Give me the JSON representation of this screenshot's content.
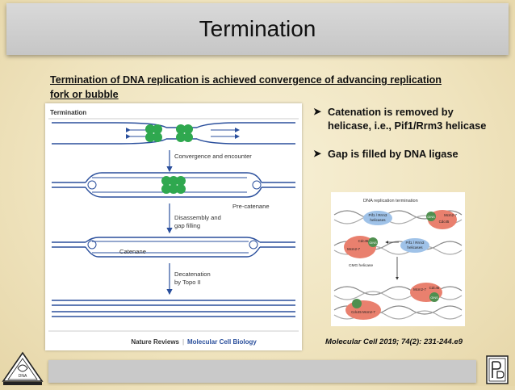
{
  "slide": {
    "title": "Termination",
    "subtitle": "Termination of DNA replication is achieved convergence of advancing replication fork or bubble",
    "bullets": [
      "Catenation is removed by helicase, i.e., Pif1/Rrm3 helicase",
      "Gap is filled by DNA ligase"
    ],
    "citation": "Molecular Cell 2019; 74(2): 231-244.e9"
  },
  "left_figure": {
    "heading": "Termination",
    "step1": "Convergence and encounter",
    "step2a": "Disassembly and",
    "step2b": "gap filling",
    "step3a": "Decatenation",
    "step3b": "by Topo II",
    "pre_catenane": "Pre-catenane",
    "catenane": "Catenane",
    "credit_a": "Nature Reviews",
    "credit_b": "Molecular Cell Biology"
  },
  "right_figure": {
    "heading": "DNA replication termination",
    "pif_label_1a": "Pif1 / Rrm3",
    "pif_label_1b": "helicases",
    "pif_label_2a": "Pif1 / Rrm3",
    "pif_label_2b": "helicases",
    "cmg_label": "CMG helicase",
    "mcm_a": "Mcm2-7",
    "mcm_b": "Mcm2-7",
    "mcm_c": "Mcm2-7",
    "cdc_a": "Cdc45",
    "cdc_b": "Cdc45",
    "cdc_c": "Cdc45",
    "gins_a": "GINS",
    "gins_b": "GINS",
    "gins_c": "GINS"
  },
  "logos": {
    "left_text": "DNA"
  },
  "colors": {
    "dna_blue": "#2a4f9c",
    "helicase_green": "#2fa84f",
    "title_bar": "#c9c9c9",
    "background": "#f1e7c6"
  }
}
